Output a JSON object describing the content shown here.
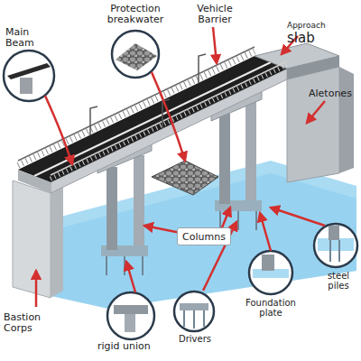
{
  "diagram": {
    "nodes": [
      {
        "text": [
          "Columns"
        ]
      }
    ],
    "labels": [
      "Main Beam",
      "Protection breakwater",
      "Vehicle Barrier",
      "Approach",
      "slab",
      "Aletones",
      "steel piles",
      "Foundation plate",
      "Bastion Corps",
      "rigid union",
      "Drivers"
    ]
  }
}
